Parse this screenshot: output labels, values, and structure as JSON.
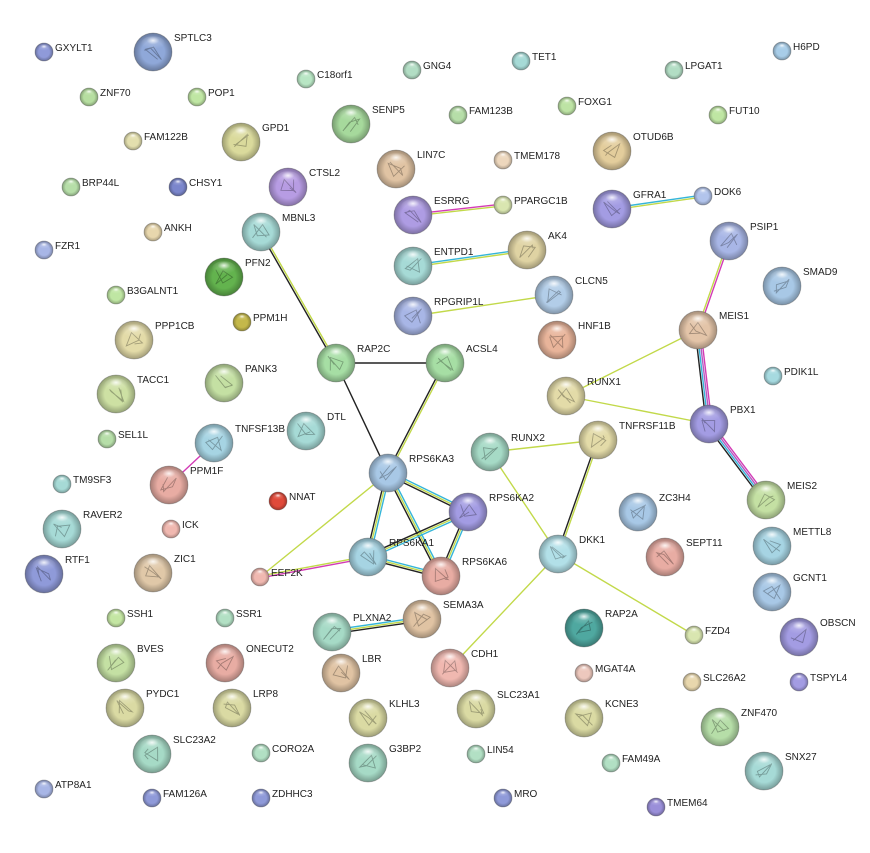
{
  "colors": {
    "edge_text_mining": "#c2d94a",
    "edge_coexpression": "#222222",
    "edge_database": "#35b5d8",
    "edge_experimental": "#d33bb6",
    "edge_homology": "#b45cc0",
    "label": "#222222"
  },
  "nodes": [
    {
      "id": "GXYLT1",
      "label": "GXYLT1",
      "color": "#8f9ad9",
      "size": "small"
    },
    {
      "id": "SPTLC3",
      "label": "SPTLC3",
      "color": "#8fa8d9",
      "size": "large"
    },
    {
      "id": "TET1",
      "label": "TET1",
      "color": "#a6dad6",
      "size": "small"
    },
    {
      "id": "H6PD",
      "label": "H6PD",
      "color": "#a8cde8",
      "size": "small"
    },
    {
      "id": "ZNF70",
      "label": "ZNF70",
      "color": "#b6dea0",
      "size": "small"
    },
    {
      "id": "POP1",
      "label": "POP1",
      "color": "#bfe6a3",
      "size": "small"
    },
    {
      "id": "C18orf1",
      "label": "C18orf1",
      "color": "#b8e6c4",
      "size": "small"
    },
    {
      "id": "GNG4",
      "label": "GNG4",
      "color": "#b2ddc4",
      "size": "small"
    },
    {
      "id": "LPGAT1",
      "label": "LPGAT1",
      "color": "#b2ddc4",
      "size": "small"
    },
    {
      "id": "FOXG1",
      "label": "FOXG1",
      "color": "#bde3a4",
      "size": "small"
    },
    {
      "id": "FAM123B",
      "label": "FAM123B",
      "color": "#b6dea8",
      "size": "small"
    },
    {
      "id": "FUT10",
      "label": "FUT10",
      "color": "#bfe6a3",
      "size": "small"
    },
    {
      "id": "SENP5",
      "label": "SENP5",
      "color": "#a6d99c",
      "size": "large"
    },
    {
      "id": "GPD1",
      "label": "GPD1",
      "color": "#dada9c",
      "size": "large"
    },
    {
      "id": "FAM122B",
      "label": "FAM122B",
      "color": "#e3dfae",
      "size": "small"
    },
    {
      "id": "OTUD6B",
      "label": "OTUD6B",
      "color": "#e3cd9c",
      "size": "large"
    },
    {
      "id": "BRP44L",
      "label": "BRP44L",
      "color": "#b6dea8",
      "size": "small"
    },
    {
      "id": "CHSY1",
      "label": "CHSY1",
      "color": "#7b86cc",
      "size": "small"
    },
    {
      "id": "CTSL2",
      "label": "CTSL2",
      "color": "#b79ce3",
      "size": "large"
    },
    {
      "id": "LIN7C",
      "label": "LIN7C",
      "color": "#e0c3a3",
      "size": "large"
    },
    {
      "id": "TMEM178",
      "label": "TMEM178",
      "color": "#edd7bd",
      "size": "small"
    },
    {
      "id": "PPARGC1B",
      "label": "PPARGC1B",
      "color": "#d9e6b0",
      "size": "small"
    },
    {
      "id": "ESRRG",
      "label": "ESRRG",
      "color": "#ae9ce3",
      "size": "large"
    },
    {
      "id": "GFRA1",
      "label": "GFRA1",
      "color": "#a39ce3",
      "size": "large"
    },
    {
      "id": "DOK6",
      "label": "DOK6",
      "color": "#b2c4ec",
      "size": "small"
    },
    {
      "id": "ANKH",
      "label": "ANKH",
      "color": "#e8d7ad",
      "size": "small"
    },
    {
      "id": "MBNL3",
      "label": "MBNL3",
      "color": "#a6dad6",
      "size": "large"
    },
    {
      "id": "FZR1",
      "label": "FZR1",
      "color": "#a8b6e6",
      "size": "small"
    },
    {
      "id": "PFN2",
      "label": "PFN2",
      "color": "#63b34e",
      "size": "large"
    },
    {
      "id": "ENTPD1",
      "label": "ENTPD1",
      "color": "#a6dad6",
      "size": "large"
    },
    {
      "id": "AK4",
      "label": "AK4",
      "color": "#dfd3a3",
      "size": "large"
    },
    {
      "id": "PSIP1",
      "label": "PSIP1",
      "color": "#a8b6e6",
      "size": "large"
    },
    {
      "id": "SMAD9",
      "label": "SMAD9",
      "color": "#a8c8e6",
      "size": "large"
    },
    {
      "id": "B3GALNT1",
      "label": "B3GALNT1",
      "color": "#bfe6a3",
      "size": "small"
    },
    {
      "id": "PPM1H",
      "label": "PPM1H",
      "color": "#c4b84a",
      "size": "small"
    },
    {
      "id": "CLCN5",
      "label": "CLCN5",
      "color": "#b2cde8",
      "size": "large"
    },
    {
      "id": "RPGRIP1L",
      "label": "RPGRIP1L",
      "color": "#a8b6e6",
      "size": "large"
    },
    {
      "id": "PPP1CB",
      "label": "PPP1CB",
      "color": "#e3dba8",
      "size": "large"
    },
    {
      "id": "HNF1B",
      "label": "HNF1B",
      "color": "#e8b49a",
      "size": "large"
    },
    {
      "id": "MEIS1",
      "label": "MEIS1",
      "color": "#e3c4a8",
      "size": "large"
    },
    {
      "id": "RAP2C",
      "label": "RAP2C",
      "color": "#a6dea4",
      "size": "large"
    },
    {
      "id": "ACSL4",
      "label": "ACSL4",
      "color": "#a6dea4",
      "size": "large"
    },
    {
      "id": "PANK3",
      "label": "PANK3",
      "color": "#c4e0a3",
      "size": "large"
    },
    {
      "id": "TACC1",
      "label": "TACC1",
      "color": "#cde0a3",
      "size": "large"
    },
    {
      "id": "PDIK1L",
      "label": "PDIK1L",
      "color": "#a6dae0",
      "size": "small"
    },
    {
      "id": "RUNX1",
      "label": "RUNX1",
      "color": "#e3dba8",
      "size": "large"
    },
    {
      "id": "PBX1",
      "label": "PBX1",
      "color": "#a39ce3",
      "size": "large"
    },
    {
      "id": "DTL",
      "label": "DTL",
      "color": "#a6dad6",
      "size": "large"
    },
    {
      "id": "TNFSF13B",
      "label": "TNFSF13B",
      "color": "#a6d4e3",
      "size": "large"
    },
    {
      "id": "TNFRSF11B",
      "label": "TNFRSF11B",
      "color": "#e3dba8",
      "size": "large"
    },
    {
      "id": "SEL1L",
      "label": "SEL1L",
      "color": "#b6dea8",
      "size": "small"
    },
    {
      "id": "RUNX2",
      "label": "RUNX2",
      "color": "#a6dac6",
      "size": "large"
    },
    {
      "id": "PPM1F",
      "label": "PPM1F",
      "color": "#e8aca3",
      "size": "large"
    },
    {
      "id": "RPS6KA3",
      "label": "RPS6KA3",
      "color": "#a8c8e6",
      "size": "large"
    },
    {
      "id": "TM9SF3",
      "label": "TM9SF3",
      "color": "#a6dad6",
      "size": "small"
    },
    {
      "id": "NNAT",
      "label": "NNAT",
      "color": "#e04a3a",
      "size": "small"
    },
    {
      "id": "MEIS2",
      "label": "MEIS2",
      "color": "#c4e0a3",
      "size": "large"
    },
    {
      "id": "ZC3H4",
      "label": "ZC3H4",
      "color": "#a8c8e6",
      "size": "large"
    },
    {
      "id": "RPS6KA2",
      "label": "RPS6KA2",
      "color": "#a39ce3",
      "size": "large"
    },
    {
      "id": "RAVER2",
      "label": "RAVER2",
      "color": "#a6dad6",
      "size": "large"
    },
    {
      "id": "ICK",
      "label": "ICK",
      "color": "#f0b8b0",
      "size": "small"
    },
    {
      "id": "METTL8",
      "label": "METTL8",
      "color": "#a6d4e3",
      "size": "large"
    },
    {
      "id": "RPS6KA1",
      "label": "RPS6KA1",
      "color": "#a6d4e3",
      "size": "large"
    },
    {
      "id": "DKK1",
      "label": "DKK1",
      "color": "#b2e0e8",
      "size": "large"
    },
    {
      "id": "SEPT11",
      "label": "SEPT11",
      "color": "#e8aca3",
      "size": "large"
    },
    {
      "id": "RTF1",
      "label": "RTF1",
      "color": "#8f9ad9",
      "size": "large"
    },
    {
      "id": "ZIC1",
      "label": "ZIC1",
      "color": "#e0c8a8",
      "size": "large"
    },
    {
      "id": "EEF2K",
      "label": "EEF2K",
      "color": "#f0b8b0",
      "size": "small"
    },
    {
      "id": "RPS6KA6",
      "label": "RPS6KA6",
      "color": "#e8aca3",
      "size": "large"
    },
    {
      "id": "GCNT1",
      "label": "GCNT1",
      "color": "#a8c8e6",
      "size": "large"
    },
    {
      "id": "SEMA3A",
      "label": "SEMA3A",
      "color": "#e0c3a3",
      "size": "large"
    },
    {
      "id": "SSH1",
      "label": "SSH1",
      "color": "#c4e6a3",
      "size": "small"
    },
    {
      "id": "SSR1",
      "label": "SSR1",
      "color": "#b2e0c4",
      "size": "small"
    },
    {
      "id": "RAP2A",
      "label": "RAP2A",
      "color": "#4fa8a0",
      "size": "large"
    },
    {
      "id": "FZD4",
      "label": "FZD4",
      "color": "#d9e6b0",
      "size": "small"
    },
    {
      "id": "PLXNA2",
      "label": "PLXNA2",
      "color": "#a6dac6",
      "size": "large"
    },
    {
      "id": "OBSCN",
      "label": "OBSCN",
      "color": "#a39ce3",
      "size": "large"
    },
    {
      "id": "BVES",
      "label": "BVES",
      "color": "#c4e0a3",
      "size": "large"
    },
    {
      "id": "ONECUT2",
      "label": "ONECUT2",
      "color": "#e8aca3",
      "size": "large"
    },
    {
      "id": "CDH1",
      "label": "CDH1",
      "color": "#f0b8b0",
      "size": "large"
    },
    {
      "id": "MGAT4A",
      "label": "MGAT4A",
      "color": "#edc8bd",
      "size": "small"
    },
    {
      "id": "LBR",
      "label": "LBR",
      "color": "#e0c3a3",
      "size": "large"
    },
    {
      "id": "SLC26A2",
      "label": "SLC26A2",
      "color": "#e8d7ad",
      "size": "small"
    },
    {
      "id": "TSPYL4",
      "label": "TSPYL4",
      "color": "#a39ce3",
      "size": "small"
    },
    {
      "id": "PYDC1",
      "label": "PYDC1",
      "color": "#dadaa3",
      "size": "large"
    },
    {
      "id": "LRP8",
      "label": "LRP8",
      "color": "#dadaa3",
      "size": "large"
    },
    {
      "id": "KLHL3",
      "label": "KLHL3",
      "color": "#dadaa3",
      "size": "large"
    },
    {
      "id": "SLC23A1",
      "label": "SLC23A1",
      "color": "#dadaa3",
      "size": "large"
    },
    {
      "id": "KCNE3",
      "label": "KCNE3",
      "color": "#dadaa3",
      "size": "large"
    },
    {
      "id": "ZNF470",
      "label": "ZNF470",
      "color": "#b6dea8",
      "size": "large"
    },
    {
      "id": "SLC23A2",
      "label": "SLC23A2",
      "color": "#a6dac6",
      "size": "large"
    },
    {
      "id": "CORO2A",
      "label": "CORO2A",
      "color": "#b2e0c4",
      "size": "small"
    },
    {
      "id": "G3BP2",
      "label": "G3BP2",
      "color": "#a6dac6",
      "size": "large"
    },
    {
      "id": "LIN54",
      "label": "LIN54",
      "color": "#b2e0c4",
      "size": "small"
    },
    {
      "id": "FAM49A",
      "label": "FAM49A",
      "color": "#b2e0c4",
      "size": "small"
    },
    {
      "id": "SNX27",
      "label": "SNX27",
      "color": "#a6dad6",
      "size": "large"
    },
    {
      "id": "ATP8A1",
      "label": "ATP8A1",
      "color": "#a8b6e6",
      "size": "small"
    },
    {
      "id": "FAM126A",
      "label": "FAM126A",
      "color": "#8f9ad9",
      "size": "small"
    },
    {
      "id": "ZDHHC3",
      "label": "ZDHHC3",
      "color": "#8f9ad9",
      "size": "small"
    },
    {
      "id": "MRO",
      "label": "MRO",
      "color": "#8f9ad9",
      "size": "small"
    },
    {
      "id": "TMEM64",
      "label": "TMEM64",
      "color": "#9a8fd9",
      "size": "small"
    }
  ],
  "edges": [
    {
      "source": "MBNL3",
      "target": "RAP2C",
      "types": [
        "text_mining",
        "coexpression"
      ]
    },
    {
      "source": "RAP2C",
      "target": "ACSL4",
      "types": [
        "coexpression"
      ]
    },
    {
      "source": "RAP2C",
      "target": "RPS6KA3",
      "types": [
        "coexpression"
      ]
    },
    {
      "source": "ACSL4",
      "target": "RPS6KA3",
      "types": [
        "text_mining",
        "coexpression"
      ]
    },
    {
      "source": "ESRRG",
      "target": "PPARGC1B",
      "types": [
        "experimental",
        "text_mining"
      ]
    },
    {
      "source": "GFRA1",
      "target": "DOK6",
      "types": [
        "database",
        "text_mining"
      ]
    },
    {
      "source": "ENTPD1",
      "target": "AK4",
      "types": [
        "database",
        "text_mining"
      ]
    },
    {
      "source": "RPGRIP1L",
      "target": "CLCN5",
      "types": [
        "text_mining"
      ]
    },
    {
      "source": "PSIP1",
      "target": "MEIS1",
      "types": [
        "experimental",
        "text_mining"
      ]
    },
    {
      "source": "MEIS1",
      "target": "PBX1",
      "types": [
        "experimental",
        "homology",
        "database",
        "coexpression"
      ]
    },
    {
      "source": "PBX1",
      "target": "MEIS2",
      "types": [
        "experimental",
        "homology",
        "database",
        "coexpression"
      ]
    },
    {
      "source": "RUNX1",
      "target": "MEIS1",
      "types": [
        "text_mining"
      ]
    },
    {
      "source": "RUNX1",
      "target": "PBX1",
      "types": [
        "text_mining"
      ]
    },
    {
      "source": "TNFSF13B",
      "target": "PPM1F",
      "types": [
        "experimental"
      ]
    },
    {
      "source": "RPS6KA3",
      "target": "RPS6KA2",
      "types": [
        "database",
        "text_mining",
        "coexpression"
      ]
    },
    {
      "source": "RPS6KA3",
      "target": "RPS6KA1",
      "types": [
        "database",
        "text_mining",
        "coexpression"
      ]
    },
    {
      "source": "RPS6KA3",
      "target": "RPS6KA6",
      "types": [
        "database",
        "text_mining",
        "coexpression"
      ]
    },
    {
      "source": "RPS6KA3",
      "target": "EEF2K",
      "types": [
        "text_mining"
      ]
    },
    {
      "source": "RPS6KA2",
      "target": "RPS6KA1",
      "types": [
        "database",
        "text_mining",
        "coexpression"
      ]
    },
    {
      "source": "RPS6KA2",
      "target": "RPS6KA6",
      "types": [
        "database",
        "text_mining",
        "coexpression"
      ]
    },
    {
      "source": "RPS6KA1",
      "target": "RPS6KA6",
      "types": [
        "database",
        "text_mining",
        "coexpression"
      ]
    },
    {
      "source": "RPS6KA1",
      "target": "EEF2K",
      "types": [
        "experimental",
        "text_mining"
      ]
    },
    {
      "source": "RUNX2",
      "target": "TNFRSF11B",
      "types": [
        "text_mining"
      ]
    },
    {
      "source": "RUNX2",
      "target": "DKK1",
      "types": [
        "text_mining"
      ]
    },
    {
      "source": "TNFRSF11B",
      "target": "DKK1",
      "types": [
        "text_mining",
        "coexpression"
      ]
    },
    {
      "source": "DKK1",
      "target": "FZD4",
      "types": [
        "text_mining"
      ]
    },
    {
      "source": "DKK1",
      "target": "CDH1",
      "types": [
        "text_mining"
      ]
    },
    {
      "source": "PLXNA2",
      "target": "SEMA3A",
      "types": [
        "database",
        "text_mining",
        "coexpression"
      ]
    }
  ]
}
